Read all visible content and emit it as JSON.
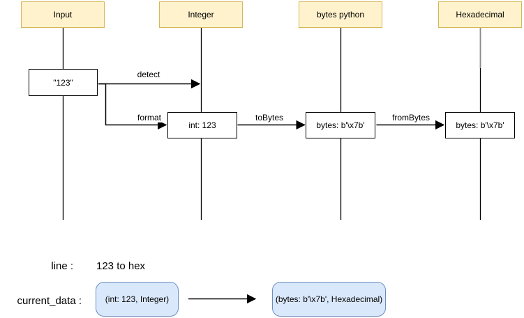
{
  "diagram": {
    "lanes": [
      {
        "label": "Input"
      },
      {
        "label": "Integer"
      },
      {
        "label": "bytes python"
      },
      {
        "label": "Hexadecimal"
      }
    ],
    "nodes": [
      {
        "label": "\"123\""
      },
      {
        "label": "int: 123"
      },
      {
        "label": "bytes: b'\\x7b'"
      },
      {
        "label": "bytes: b'\\x7b'"
      }
    ],
    "edges": [
      {
        "label": "detect"
      },
      {
        "label": "format"
      },
      {
        "label": "toBytes"
      },
      {
        "label": "fromBytes"
      }
    ]
  },
  "footer": {
    "line_label": "line :",
    "line_value": "123 to hex",
    "current_data_label": "current_data :",
    "from_state": "(int: 123, Integer)",
    "to_state": "(bytes: b'\\x7b', Hexadecimal)"
  },
  "colors": {
    "lane_fill": "#FFF2CC",
    "lane_border": "#D6B656",
    "state_fill": "#DAE8FC",
    "state_border": "#6C8EBF",
    "connector": "#000000",
    "lifeline_faded": "#8a8a8a"
  }
}
